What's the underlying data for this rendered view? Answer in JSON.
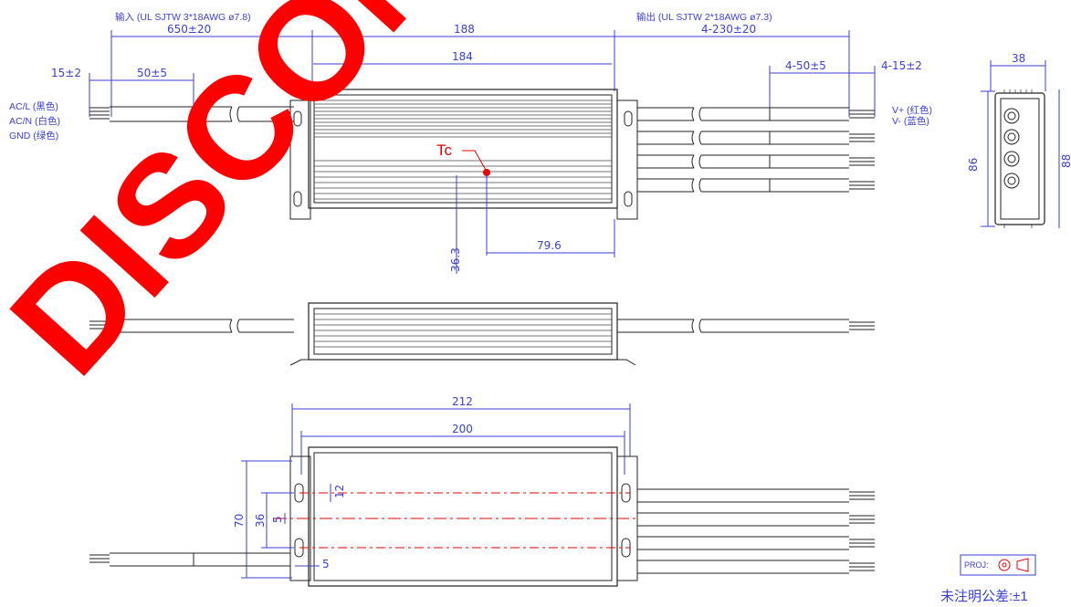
{
  "labels": {
    "input_spec": "输入 (UL SJTW 3*18AWG ø7.8)",
    "output_spec": "输出 (UL SJTW 2*18AWG ø7.3)",
    "ac_l": "AC/L (黑色)",
    "ac_n": "AC/N (白色)",
    "gnd": "GND (绿色)",
    "v_plus": "V+ (红色)",
    "v_minus": "V- (蓝色)",
    "tc": "Tc",
    "proj": "PROJ:",
    "tolerance_note": "未注明公差:±1",
    "watermark": "DISCONTINUED"
  },
  "dimensions": {
    "input_cable_length": "650±20",
    "body_length": "188",
    "output_cable_length": "4-230±20",
    "strip_left": "15±2",
    "jacket_left": "50±5",
    "body_inner_length": "184",
    "jacket_right": "4-50±5",
    "strip_right": "4-15±2",
    "tc_y": "36.3",
    "tc_x": "79.6",
    "end_width": "38",
    "end_height": "86",
    "end_height_right": "88",
    "flange_length": "212",
    "bottom_length": "200",
    "height_70": "70",
    "height_36": "36",
    "slot_5_v": "5",
    "slot_12": "12",
    "slot_5_h": "5"
  }
}
